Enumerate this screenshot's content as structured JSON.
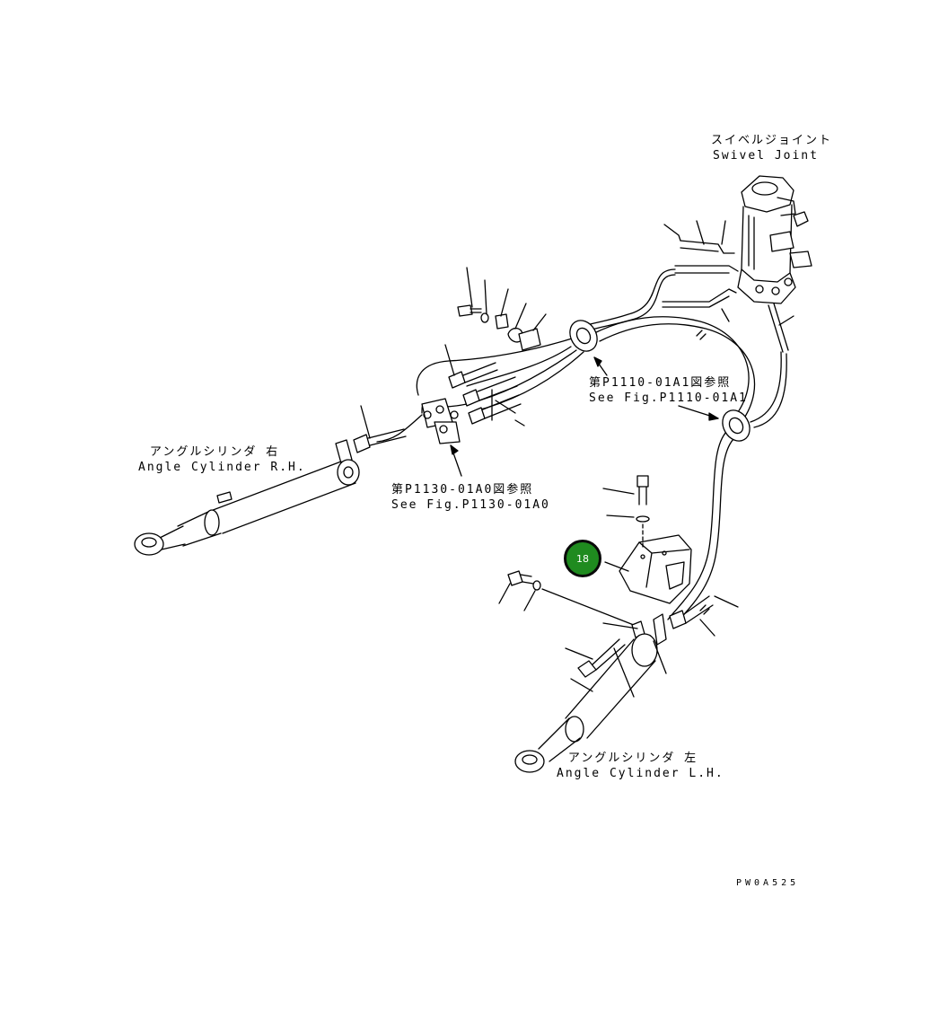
{
  "labels": {
    "swivel_joint_jp": "スイベルジョイント",
    "swivel_joint_en": "Swivel Joint",
    "ref_p1110_jp": "第P1110-01A1図参照",
    "ref_p1110_en": "See Fig.P1110-01A1",
    "angle_cyl_rh_jp": "アングルシリンダ 右",
    "angle_cyl_rh_en": "Angle Cylinder R.H.",
    "ref_p1130_jp": "第P1130-01A0図参照",
    "ref_p1130_en": "See Fig.P1130-01A0",
    "angle_cyl_lh_jp": "アングルシリンダ 左",
    "angle_cyl_lh_en": "Angle Cylinder L.H."
  },
  "callout": {
    "number": "18",
    "color": "#1f8b1f"
  },
  "drawing_code": "PW0A525"
}
